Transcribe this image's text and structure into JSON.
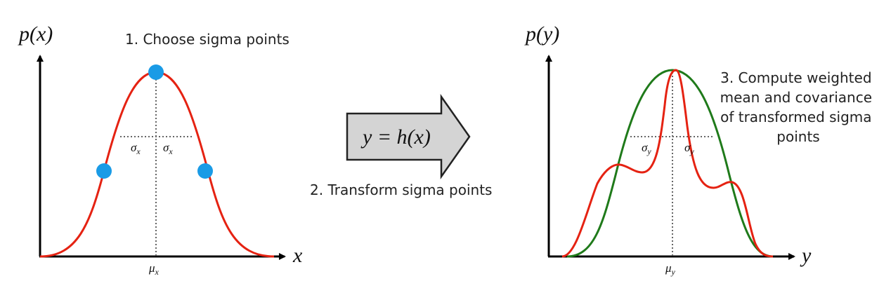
{
  "left_panel": {
    "y_axis_label": "p(x)",
    "x_axis_label": "x",
    "mean_label": "μ",
    "mean_sub": "x",
    "sigma_left": "σ",
    "sigma_left_sub": "x",
    "sigma_right": "σ",
    "sigma_right_sub": "x",
    "step_label": "1. Choose sigma points",
    "curve_color": "#e52212",
    "point_color": "#1a9be6"
  },
  "middle": {
    "equation": "y = h(x)",
    "step_label": "2. Transform sigma points",
    "arrow_fill": "#d4d4d4"
  },
  "right_panel": {
    "y_axis_label": "p(y)",
    "x_axis_label": "y",
    "mean_label": "μ",
    "mean_sub": "y",
    "sigma_left": "σ",
    "sigma_left_sub": "y",
    "sigma_right": "σ",
    "sigma_right_sub": "y",
    "step_label_lines": [
      "3. Compute weighted",
      "mean and covariance",
      "of transformed sigma",
      "points"
    ],
    "red_curve_color": "#e52212",
    "green_curve_color": "#1f7a1a"
  }
}
